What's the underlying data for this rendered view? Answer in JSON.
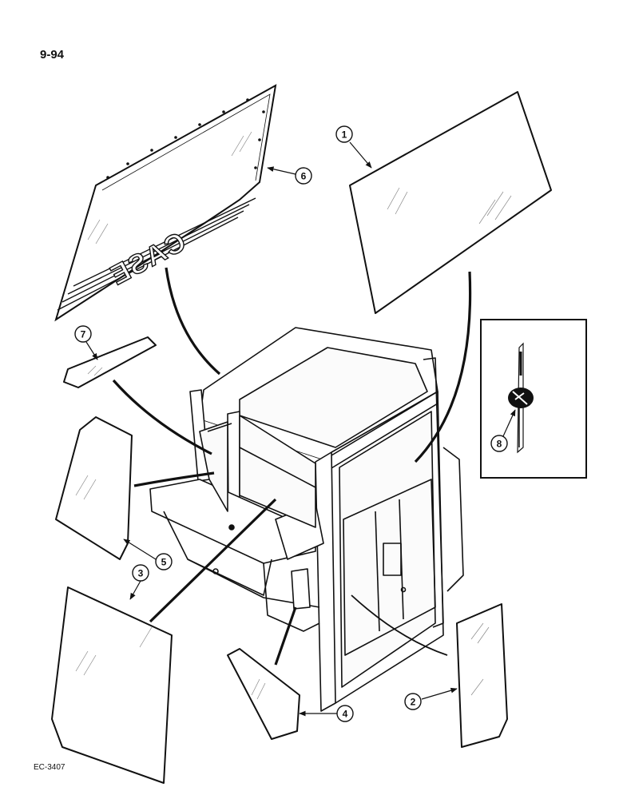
{
  "page": {
    "number": "9-94",
    "figure_code": "EC-3407"
  },
  "decal": {
    "text": "CASE"
  },
  "callouts": [
    {
      "id": "1",
      "label": "1"
    },
    {
      "id": "2",
      "label": "2"
    },
    {
      "id": "3",
      "label": "3"
    },
    {
      "id": "4",
      "label": "4"
    },
    {
      "id": "5",
      "label": "5"
    },
    {
      "id": "6",
      "label": "6"
    },
    {
      "id": "7",
      "label": "7"
    },
    {
      "id": "8",
      "label": "8"
    }
  ]
}
